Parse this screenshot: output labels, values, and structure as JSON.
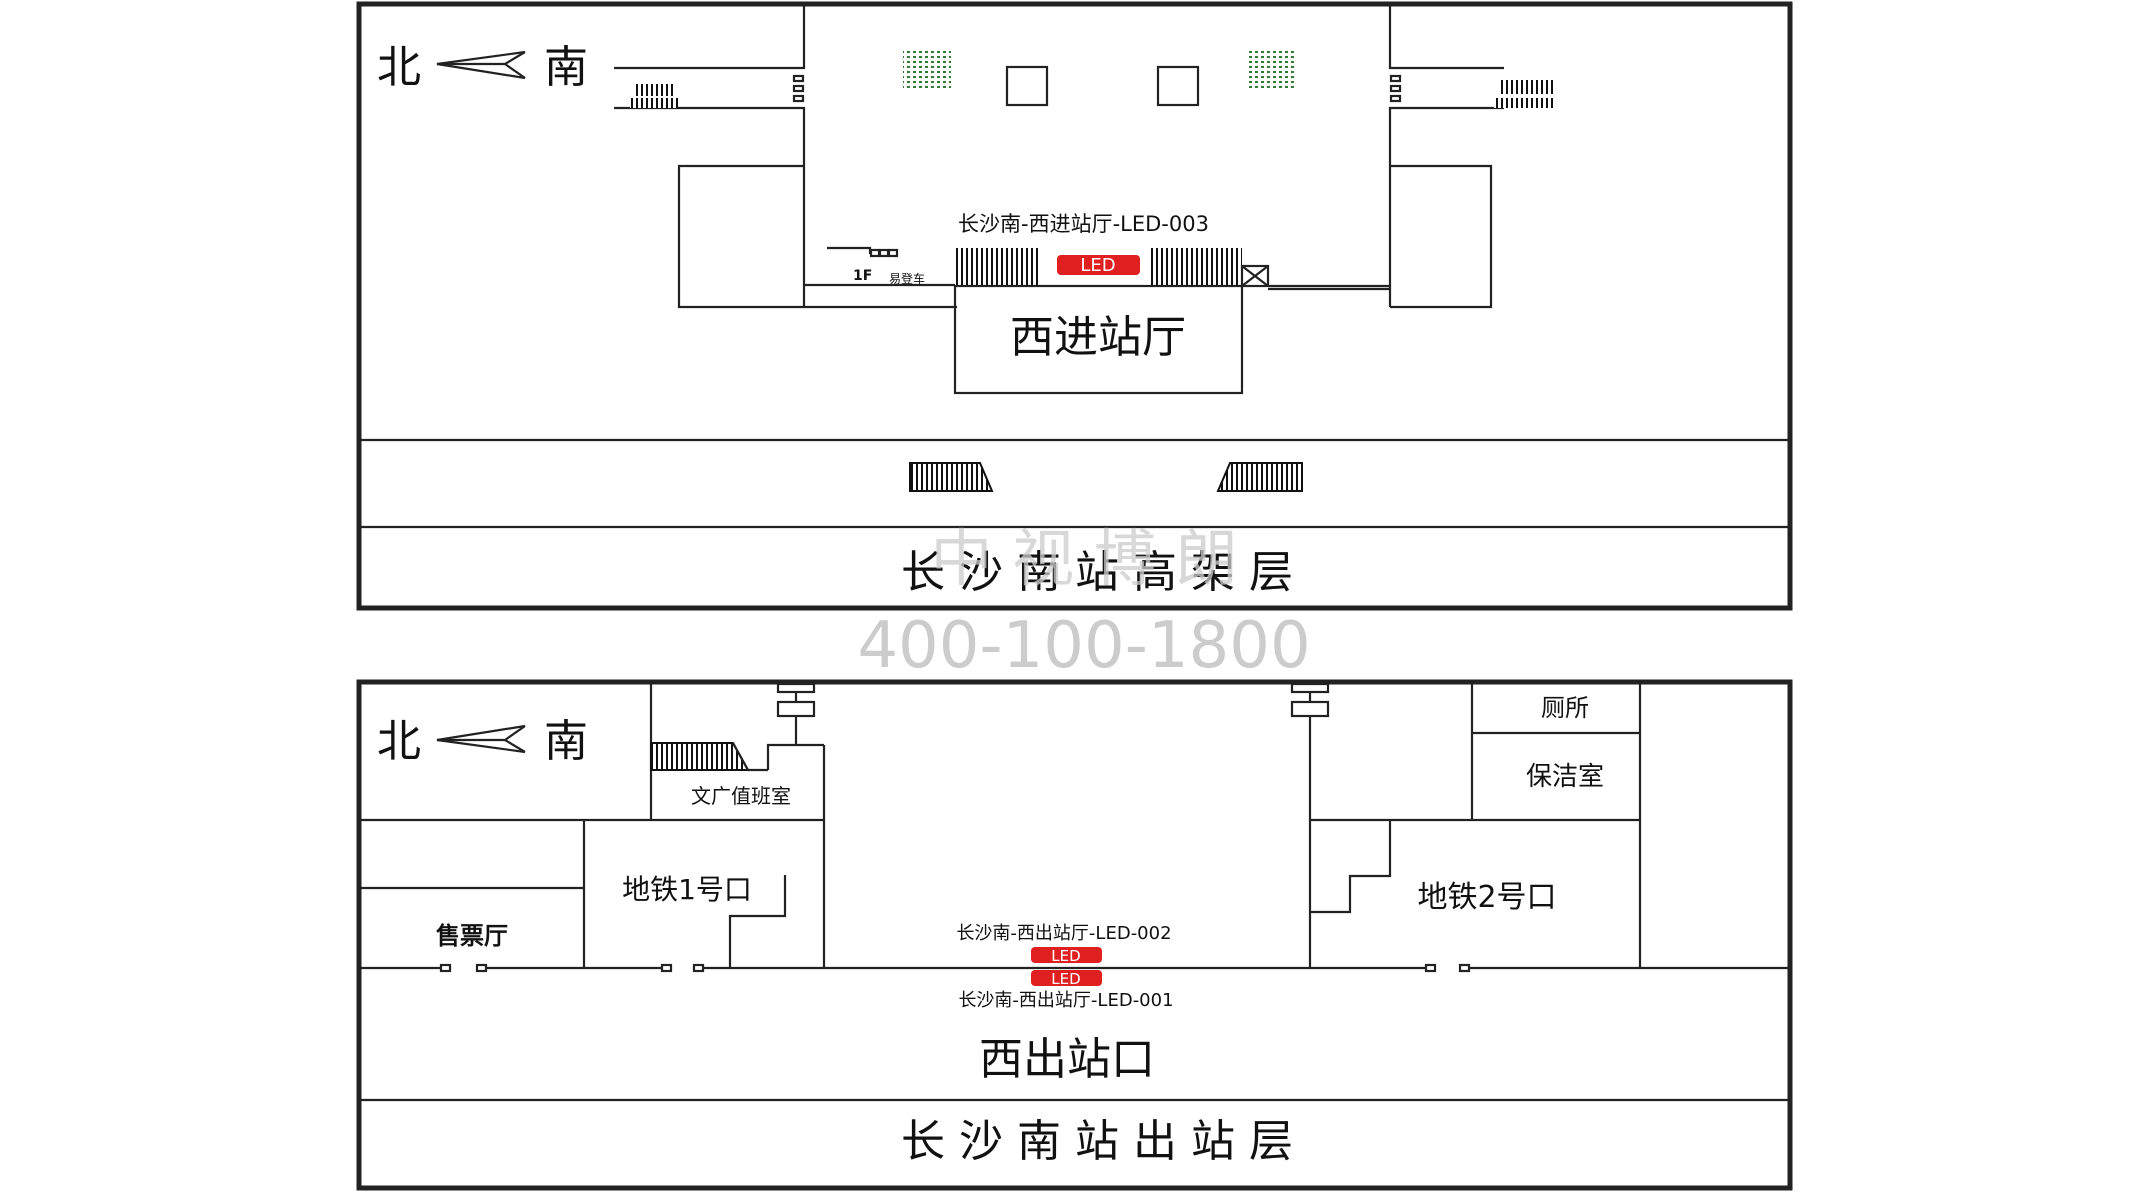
{
  "elevated_floor": {
    "compass": {
      "north": "北",
      "south": "南"
    },
    "led_code": "长沙南-西进站厅-LED-003",
    "led_badge": "LED",
    "floor_mark": "1F",
    "barrier_free": "易登车",
    "hall_name": "西进站厅",
    "floor_title": "长 沙 南 站 高 架 层"
  },
  "watermark": {
    "brand": "中 视 博 朗",
    "phone": "400-100-1800"
  },
  "exit_floor": {
    "compass": {
      "north": "北",
      "south": "南"
    },
    "duty_room": "文广值班室",
    "toilet": "厕所",
    "cleaning_room": "保洁室",
    "metro_exit_1": "地铁1号口",
    "metro_exit_2": "地铁2号口",
    "ticket_hall": "售票厅",
    "led_code_upper": "长沙南-西出站厅-LED-002",
    "led_code_lower": "长沙南-西出站厅-LED-001",
    "led_badge_upper": "LED",
    "led_badge_lower": "LED",
    "exit_name": "西出站口",
    "floor_title": "长 沙 南 站 出 站 层"
  },
  "colors": {
    "led_red": "#e02020",
    "line": "#222222",
    "watermark": "#cccccc"
  },
  "icons": [
    "compass-arrow-icon",
    "turnstile-icon",
    "stairs-icon",
    "escalator-icon",
    "elevator-icon",
    "door-icon"
  ]
}
